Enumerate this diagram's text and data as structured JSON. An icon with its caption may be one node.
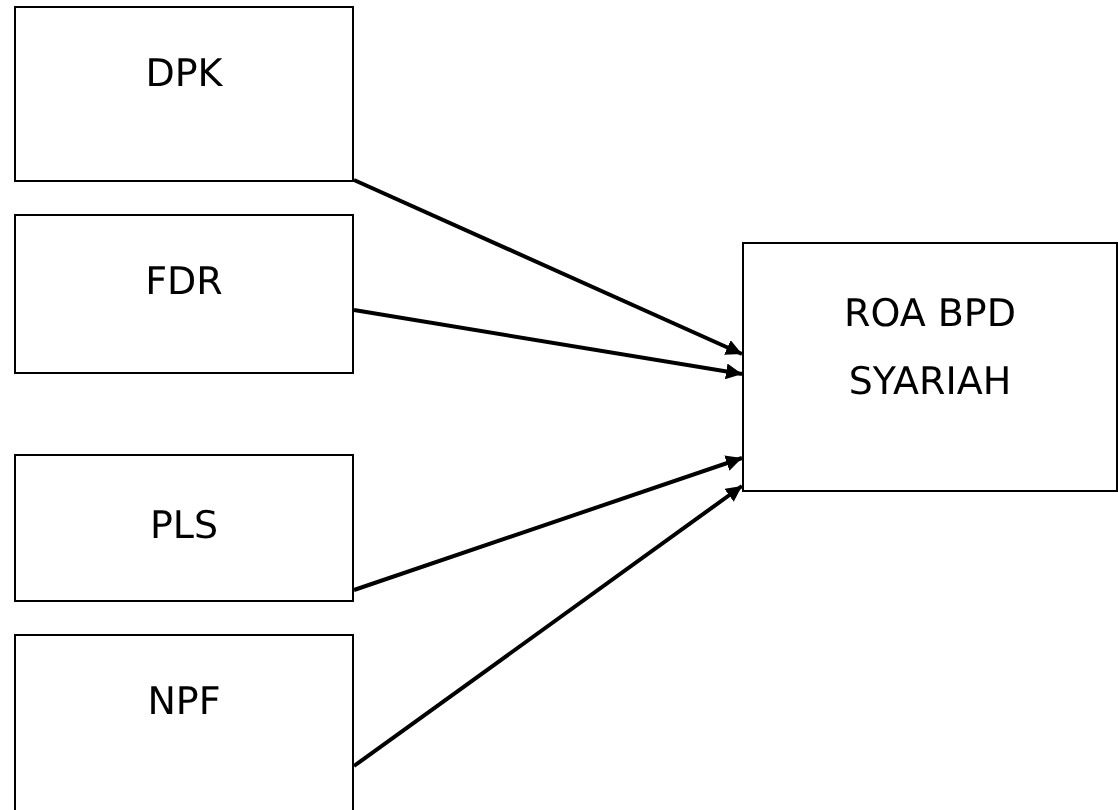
{
  "diagram": {
    "nodes": [
      {
        "text": [
          "DPK"
        ]
      },
      {
        "text": [
          "FDR"
        ]
      },
      {
        "text": [
          "PLS"
        ]
      },
      {
        "text": [
          "NPF"
        ]
      },
      {
        "text": [
          "ROA BPD SYARIAH"
        ]
      }
    ],
    "edges": [
      {
        "from": 0,
        "to": 4,
        "arrow": "to"
      },
      {
        "from": 1,
        "to": 4,
        "arrow": "to"
      },
      {
        "from": 2,
        "to": 4,
        "arrow": "to"
      },
      {
        "from": 3,
        "to": 4,
        "arrow": "to"
      }
    ]
  }
}
